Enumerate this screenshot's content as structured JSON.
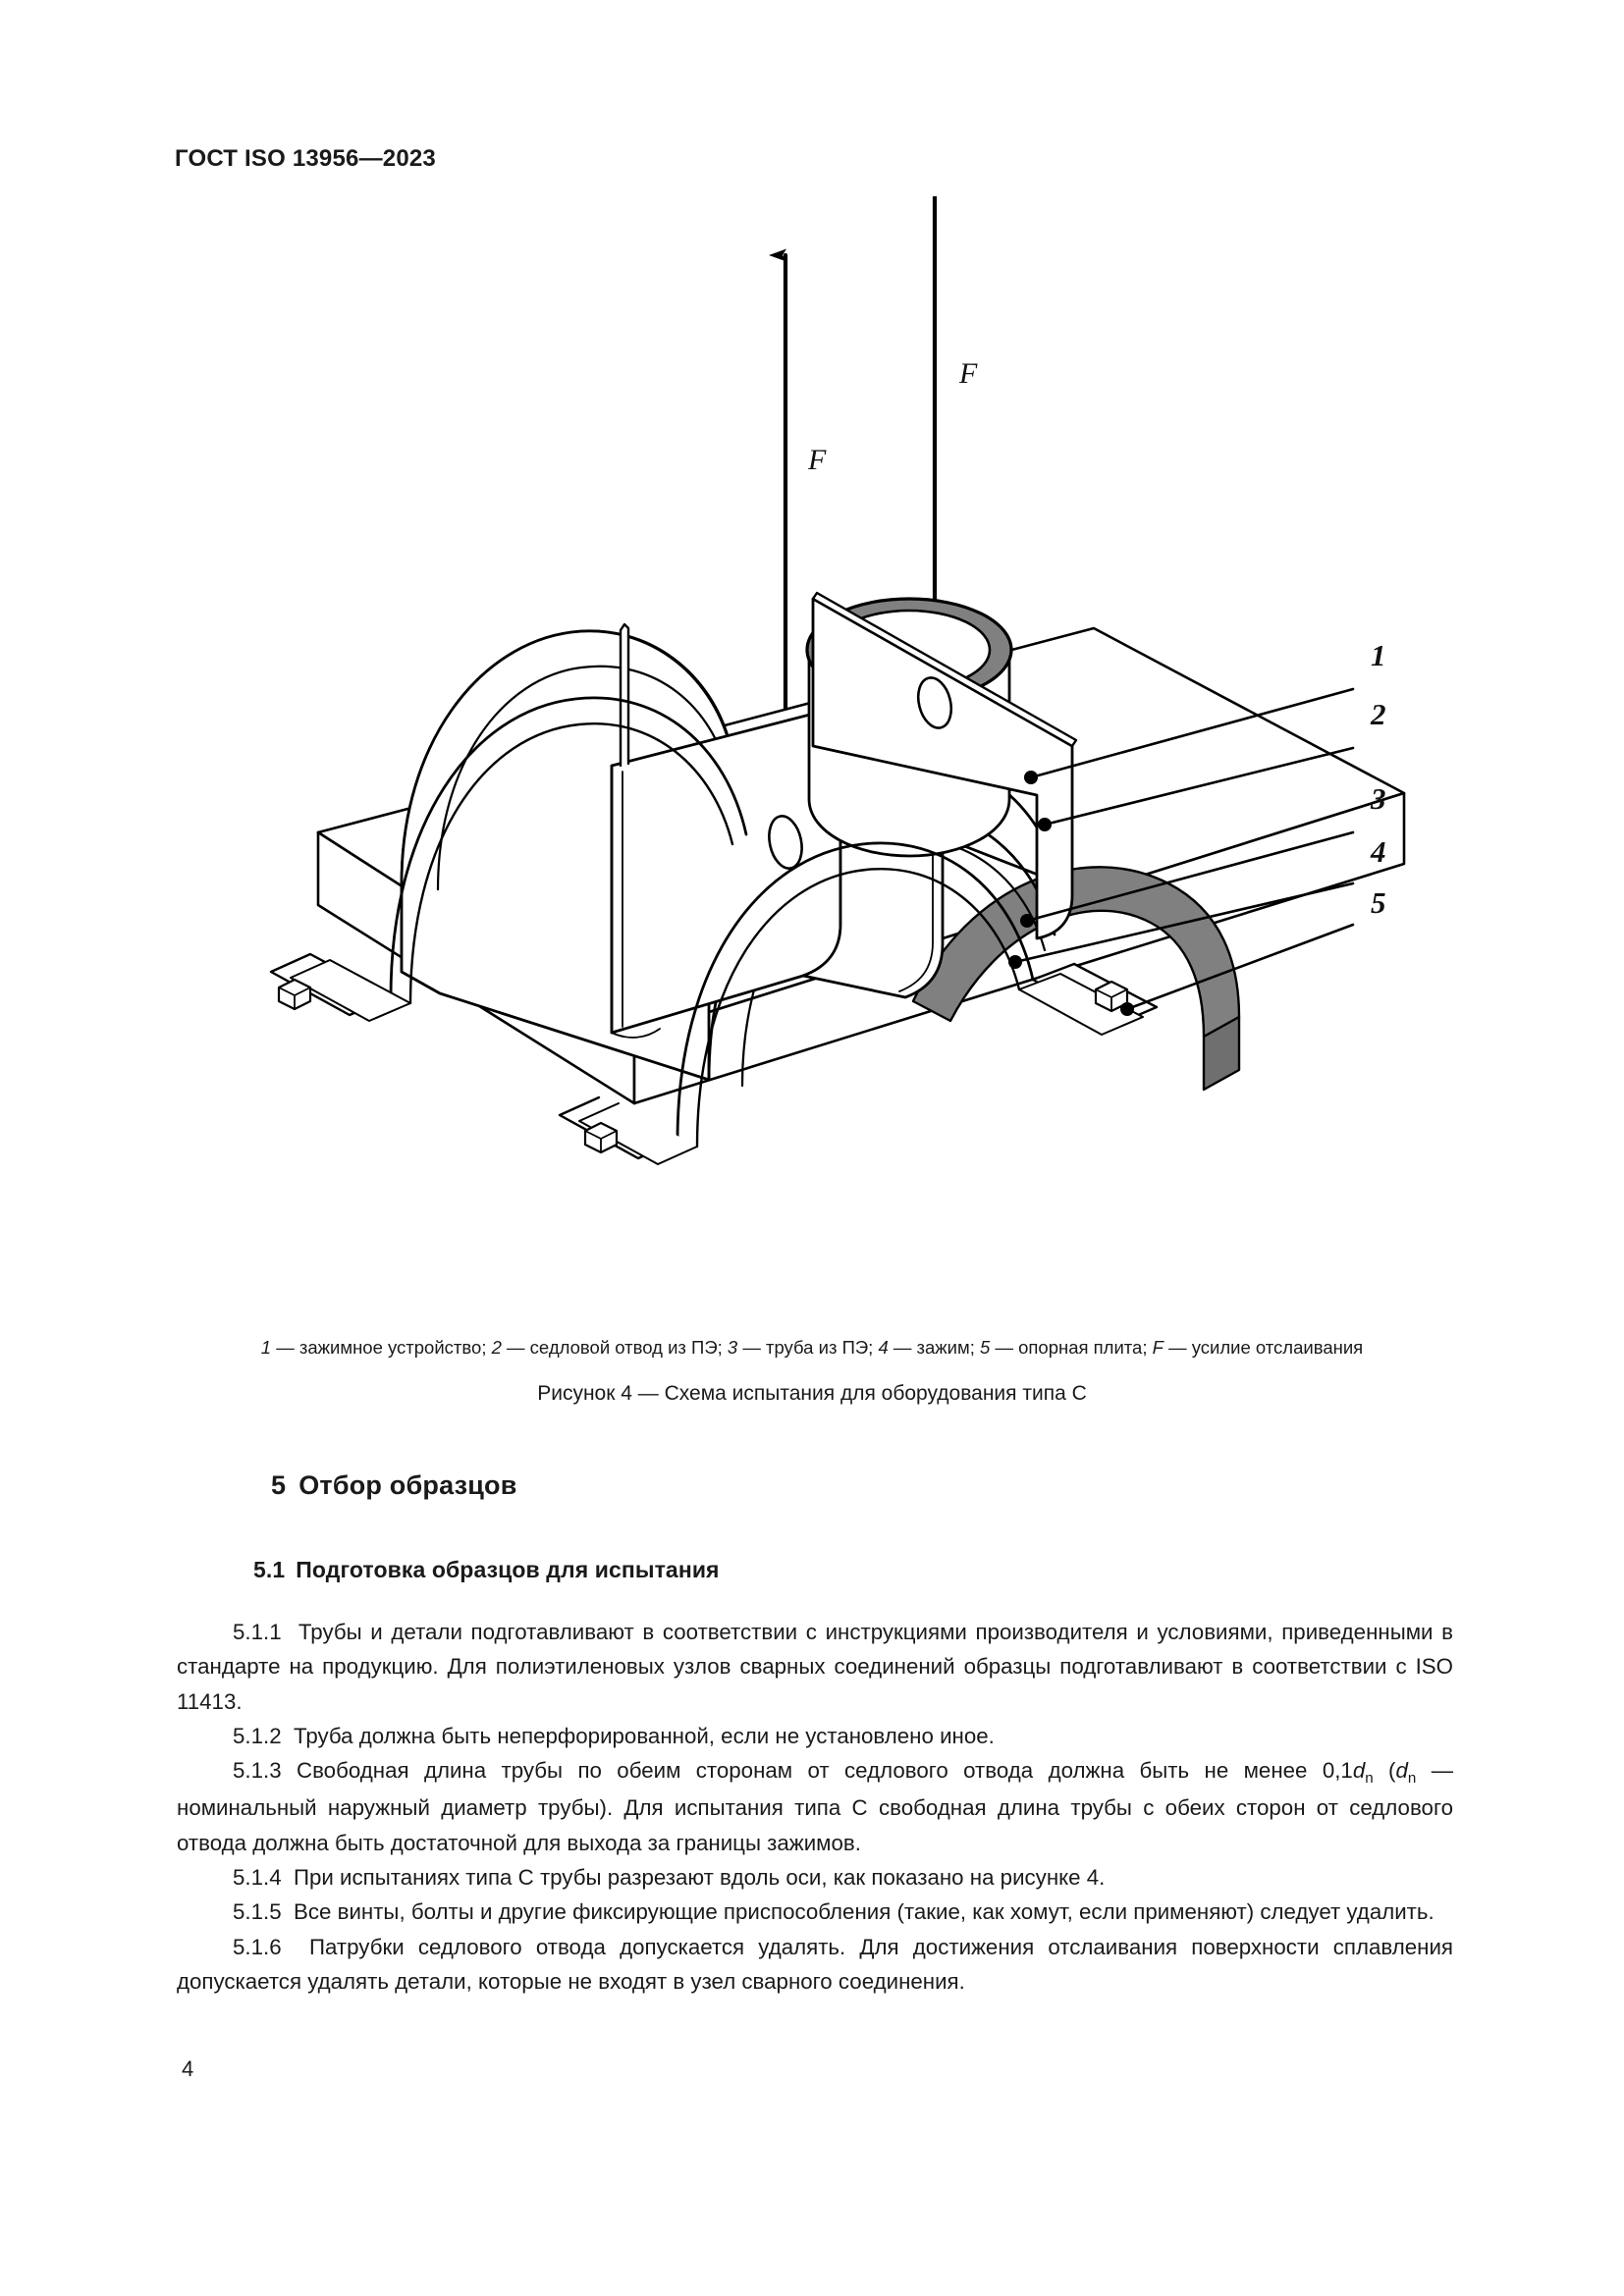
{
  "document": {
    "running_header": "ГОСТ ISO 13956—2023",
    "page_number": "4"
  },
  "figure": {
    "force_label_left": "F",
    "force_label_right": "F",
    "callouts": [
      "1",
      "2",
      "3",
      "4",
      "5"
    ],
    "legend": "1 — зажимное устройство; 2 — седловой отвод из ПЭ; 3 — труба из ПЭ; 4 — зажим; 5 — опорная плита; F — усилие отслаивания",
    "legend_parts": {
      "c1_num": "1",
      "c1_text": " — зажимное устройство; ",
      "c2_num": "2",
      "c2_text": " — седловой отвод из ПЭ; ",
      "c3_num": "3",
      "c3_text": " — труба из ПЭ; ",
      "c4_num": "4",
      "c4_text": " — зажим; ",
      "c5_num": "5",
      "c5_text": " — опорная плита; ",
      "cf_num": "F",
      "cf_text": " — усилие отслаивания"
    },
    "caption": "Рисунок 4 — Схема испытания для оборудования типа С",
    "colors": {
      "line": "#000000",
      "shade_gray": "#808080",
      "fill_white": "#ffffff"
    }
  },
  "section": {
    "number": "5",
    "title": "Отбор образцов",
    "subsection_number": "5.1",
    "subsection_title": "Подготовка образцов для испытания"
  },
  "paragraphs": {
    "p511_num": "5.1.1",
    "p511_text": "Трубы и детали подготавливают в соответствии с инструкциями производителя и условиями, приведенными в стандарте на продукцию. Для полиэтиленовых узлов сварных соединений образцы подготавливают в соответствии с ISO 11413.",
    "p512_num": "5.1.2",
    "p512_text": "Труба должна быть неперфорированной, если не установлено иное.",
    "p513_num": "5.1.3",
    "p513_a": "Свободная длина трубы по обеим сторонам от седлового отвода должна быть не менее 0,1",
    "p513_d1": "d",
    "p513_sub1": "n",
    "p513_b": " (",
    "p513_d2": "d",
    "p513_sub2": "n",
    "p513_c": " — номинальный наружный диаметр трубы). Для испытания типа С свободная длина трубы с обеих сторон от седлового отвода должна быть достаточной для выхода за границы зажимов.",
    "p514_num": "5.1.4",
    "p514_text": "При испытаниях типа С трубы разрезают вдоль оси, как показано на рисунке 4.",
    "p515_num": "5.1.5",
    "p515_text": "Все винты, болты и другие фиксирующие приспособления (такие, как хомут, если применяют) следует удалить.",
    "p516_num": "5.1.6",
    "p516_text": "Патрубки седлового отвода допускается удалять. Для достижения отслаивания поверхности сплавления допускается удалять детали, которые не входят в узел сварного соединения."
  }
}
